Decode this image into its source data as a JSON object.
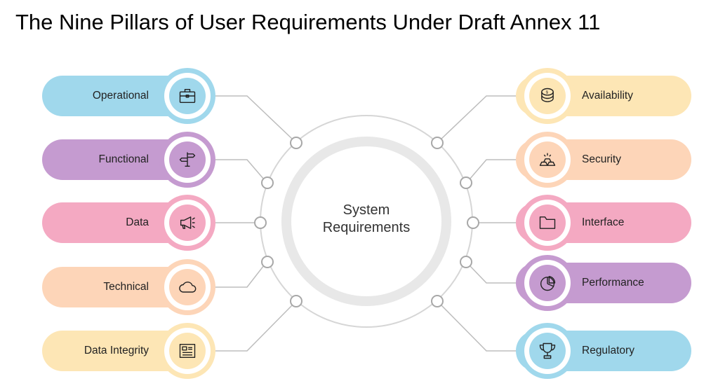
{
  "title": "The Nine Pillars of User Requirements Under Draft Annex 11",
  "center": {
    "line1": "System",
    "line2": "Requirements"
  },
  "left": [
    {
      "label": "Operational",
      "icon": "briefcase-icon",
      "color": "#a0d8ec"
    },
    {
      "label": "Functional",
      "icon": "signpost-icon",
      "color": "#c59bd0"
    },
    {
      "label": "Data",
      "icon": "megaphone-icon",
      "color": "#f4a9c2"
    },
    {
      "label": "Technical",
      "icon": "cloud-icon",
      "color": "#fdd5b8"
    },
    {
      "label": "Data Integrity",
      "icon": "newspaper-icon",
      "color": "#fde6b5"
    }
  ],
  "right": [
    {
      "label": "Availability",
      "icon": "coins-icon",
      "color": "#fde6b5"
    },
    {
      "label": "Security",
      "icon": "gold-bars-icon",
      "color": "#fdd5b8"
    },
    {
      "label": "Interface",
      "icon": "folder-icon",
      "color": "#f4a9c2"
    },
    {
      "label": "Performance",
      "icon": "pie-chart-icon",
      "color": "#c59bd0"
    },
    {
      "label": "Regulatory",
      "icon": "trophy-icon",
      "color": "#a0d8ec"
    }
  ]
}
